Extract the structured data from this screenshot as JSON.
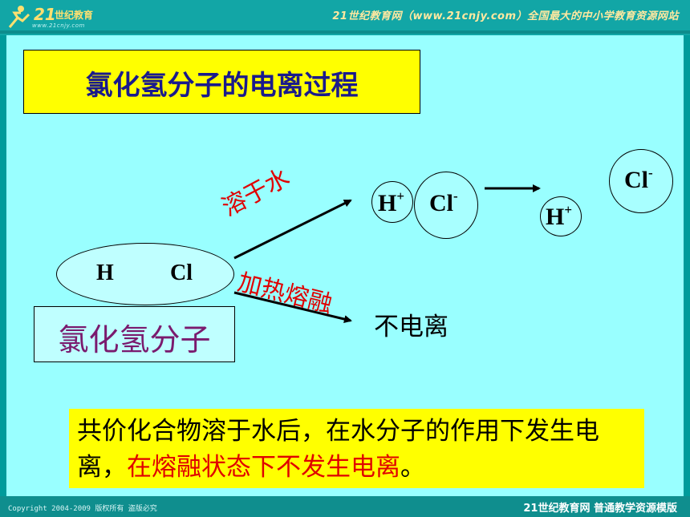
{
  "header": {
    "logo_number": "21",
    "logo_text": "世纪教育",
    "logo_url": "www.21cnjy.com",
    "tagline": "21世纪教育网（www.21cnjy.com）全国最大的中小学教育资源网站"
  },
  "slide": {
    "title": "氯化氢分子的电离过程",
    "molecule": {
      "atom_h": "H",
      "atom_cl": "Cl",
      "label": "氯化氢分子"
    },
    "paths": {
      "dissolve_label": "溶于水",
      "heat_label": "加热熔融",
      "no_ionize": "不电离"
    },
    "ions": {
      "h_symbol": "H",
      "h_charge": "+",
      "cl_symbol": "Cl",
      "cl_charge": "-"
    },
    "conclusion": {
      "part1": "共价化合物溶于水后，在水分子的作用下发生电离，",
      "part2": "在熔融状态下不发生电离",
      "part3": "。"
    }
  },
  "footer": {
    "copyright": "Copyright 2004-2009 版权所有 盗版必究",
    "tagline": "21世纪教育网   普通教学资源模版"
  },
  "colors": {
    "teal": "#009B9B",
    "slide_bg": "#99FFFF",
    "yellow": "#FFFF00",
    "red": "#E00000"
  }
}
